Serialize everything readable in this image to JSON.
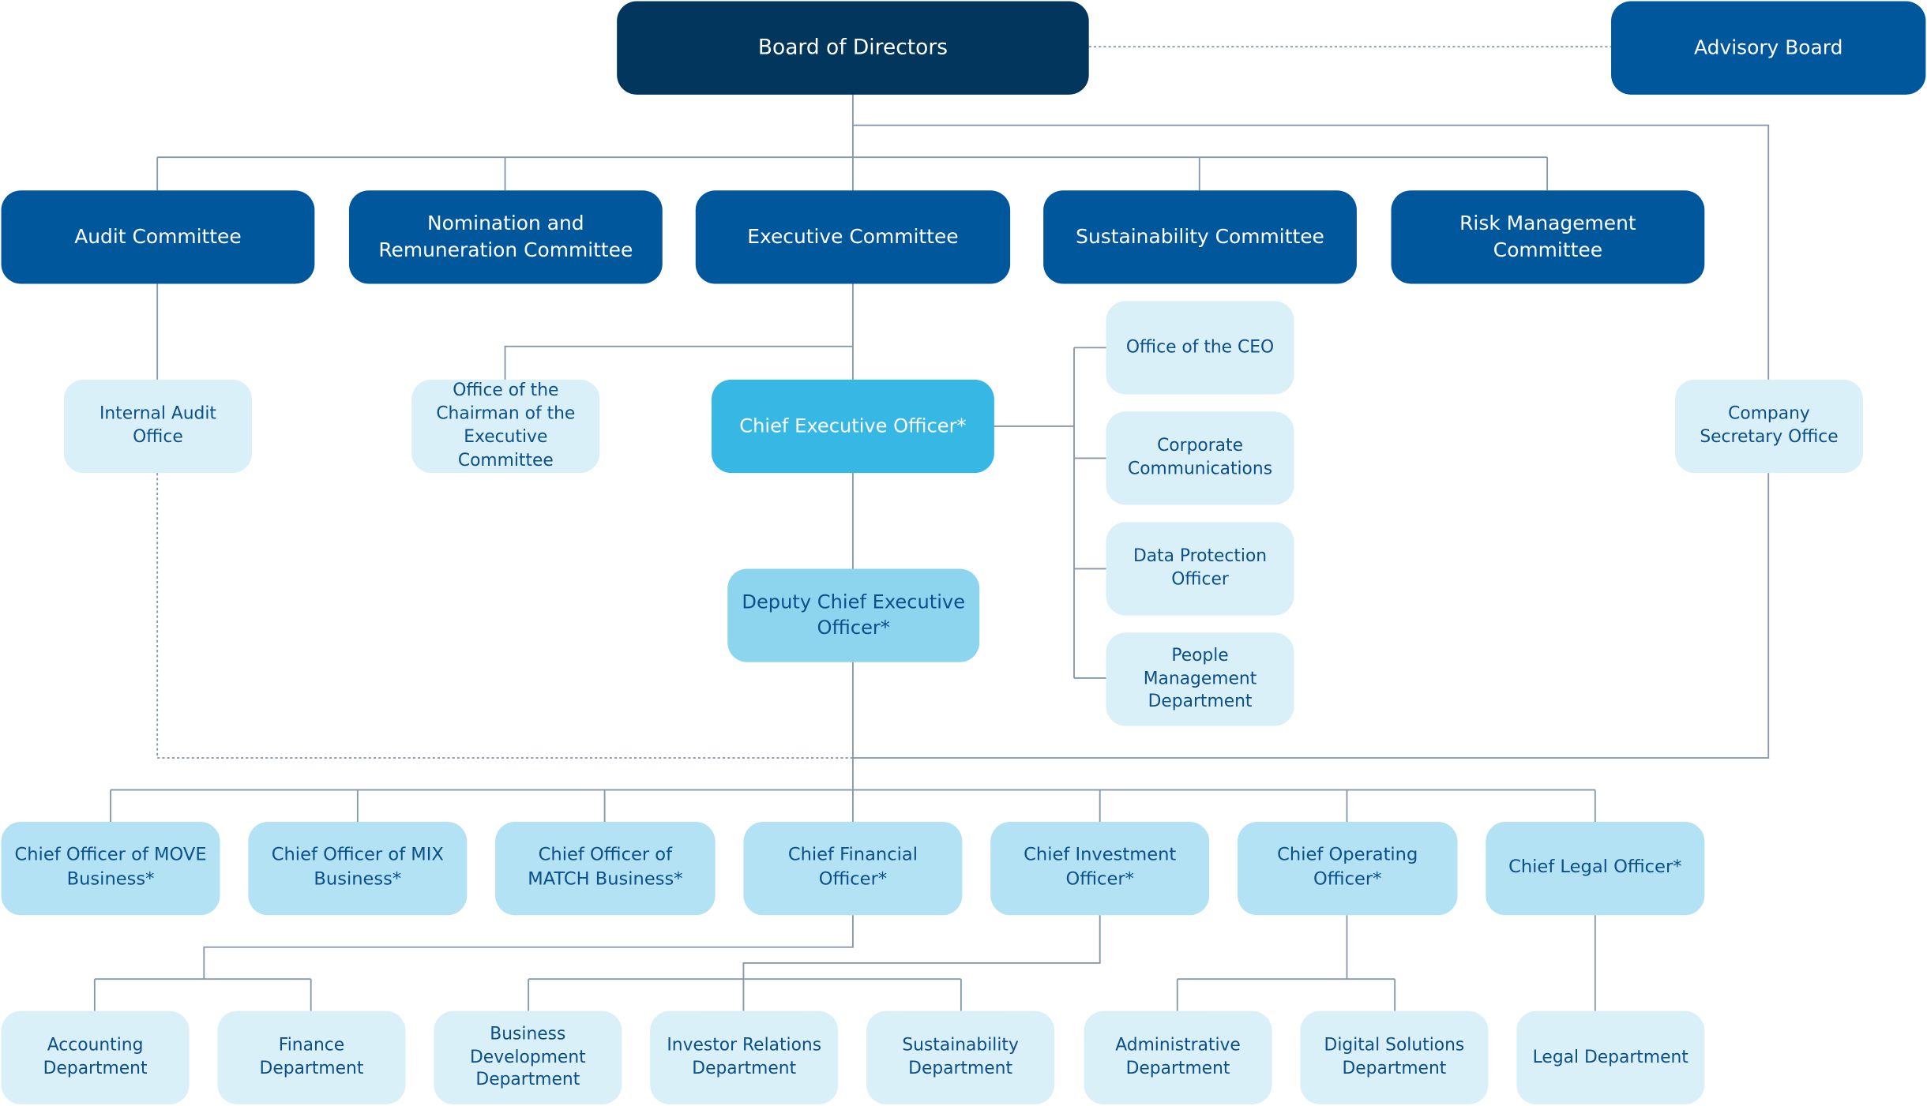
{
  "colors": {
    "board": "#02365d",
    "committee": "#01579b",
    "ceo": "#37b7e3",
    "deputy": "#8dd5ef",
    "chief": "#b2e2f3",
    "office": "#daf0f8",
    "connector": "#8798aa"
  },
  "board": "Board of Directors",
  "advisory": "Advisory Board",
  "committees": {
    "audit": "Audit Committee",
    "nomination": "Nomination and Remuneration Committee",
    "executive": "Executive Committee",
    "sustainability": "Sustainability Committee",
    "risk": "Risk Management Committee"
  },
  "offices": {
    "internal_audit": "Internal Audit Office",
    "chairman_office": "Office of the Chairman of the Executive Committee",
    "company_secretary": "Company Secretary Office",
    "ceo_office": "Office of the CEO",
    "corp_comms": "Corporate Communications",
    "data_protection": "Data Protection Officer",
    "people_mgmt": "People Management Department"
  },
  "ceo": "Chief Executive Officer*",
  "deputy": "Deputy Chief Executive Officer*",
  "chiefs": {
    "move": "Chief Officer of MOVE Business*",
    "mix": "Chief Officer of MIX Business*",
    "match": "Chief Officer of MATCH Business*",
    "cfo": "Chief Financial Officer*",
    "cio": "Chief Investment Officer*",
    "coo": "Chief Operating Officer*",
    "clo": "Chief Legal Officer*"
  },
  "departments": {
    "accounting": "Accounting Department",
    "finance": "Finance Department",
    "business_dev": "Business Development Department",
    "investor_rel": "Investor Relations Department",
    "sustainability": "Sustainability Department",
    "administrative": "Administrative Department",
    "digital": "Digital Solutions Department",
    "legal": "Legal Department"
  }
}
